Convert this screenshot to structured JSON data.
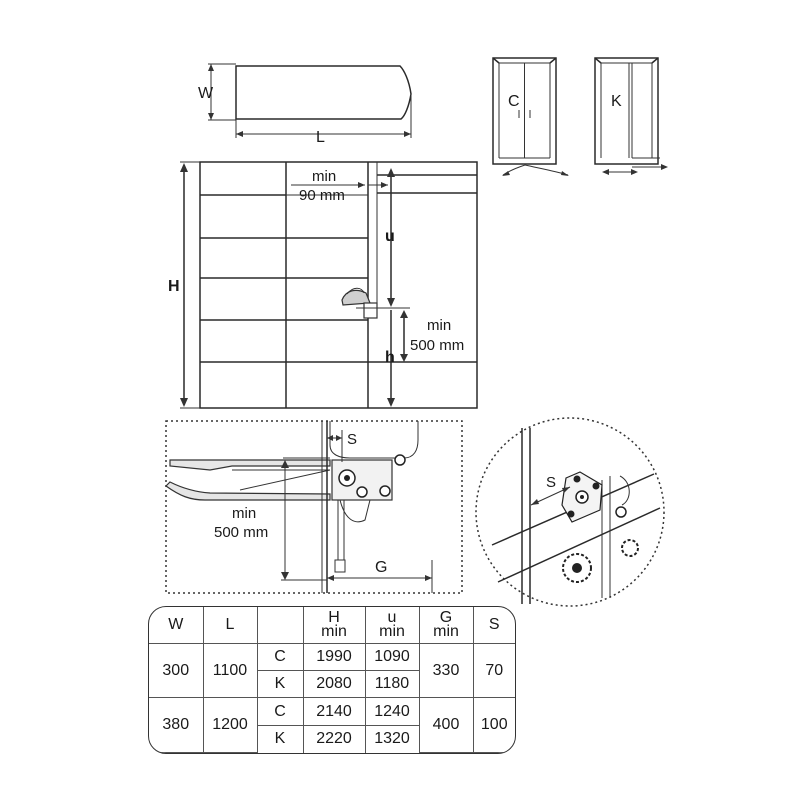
{
  "labels": {
    "W": "W",
    "L": "L",
    "C": "C",
    "K": "K",
    "H": "H",
    "u": "u",
    "h": "h",
    "S": "S",
    "G": "G",
    "S2": "S",
    "min": "min",
    "mm90": "90 mm",
    "mm500": "500 mm"
  },
  "table": {
    "headers": {
      "W": "W",
      "L": "L",
      "H": "H",
      "u": "u",
      "G": "G",
      "S": "S",
      "min": "min"
    },
    "rows": [
      {
        "W": "300",
        "L": "1100",
        "G": "330",
        "S": "70",
        "variants": [
          {
            "type": "C",
            "H": "1990",
            "u": "1090"
          },
          {
            "type": "K",
            "H": "2080",
            "u": "1180"
          }
        ]
      },
      {
        "W": "380",
        "L": "1200",
        "G": "400",
        "S": "100",
        "variants": [
          {
            "type": "C",
            "H": "2140",
            "u": "1240"
          },
          {
            "type": "K",
            "H": "2220",
            "u": "1320"
          }
        ]
      }
    ]
  }
}
